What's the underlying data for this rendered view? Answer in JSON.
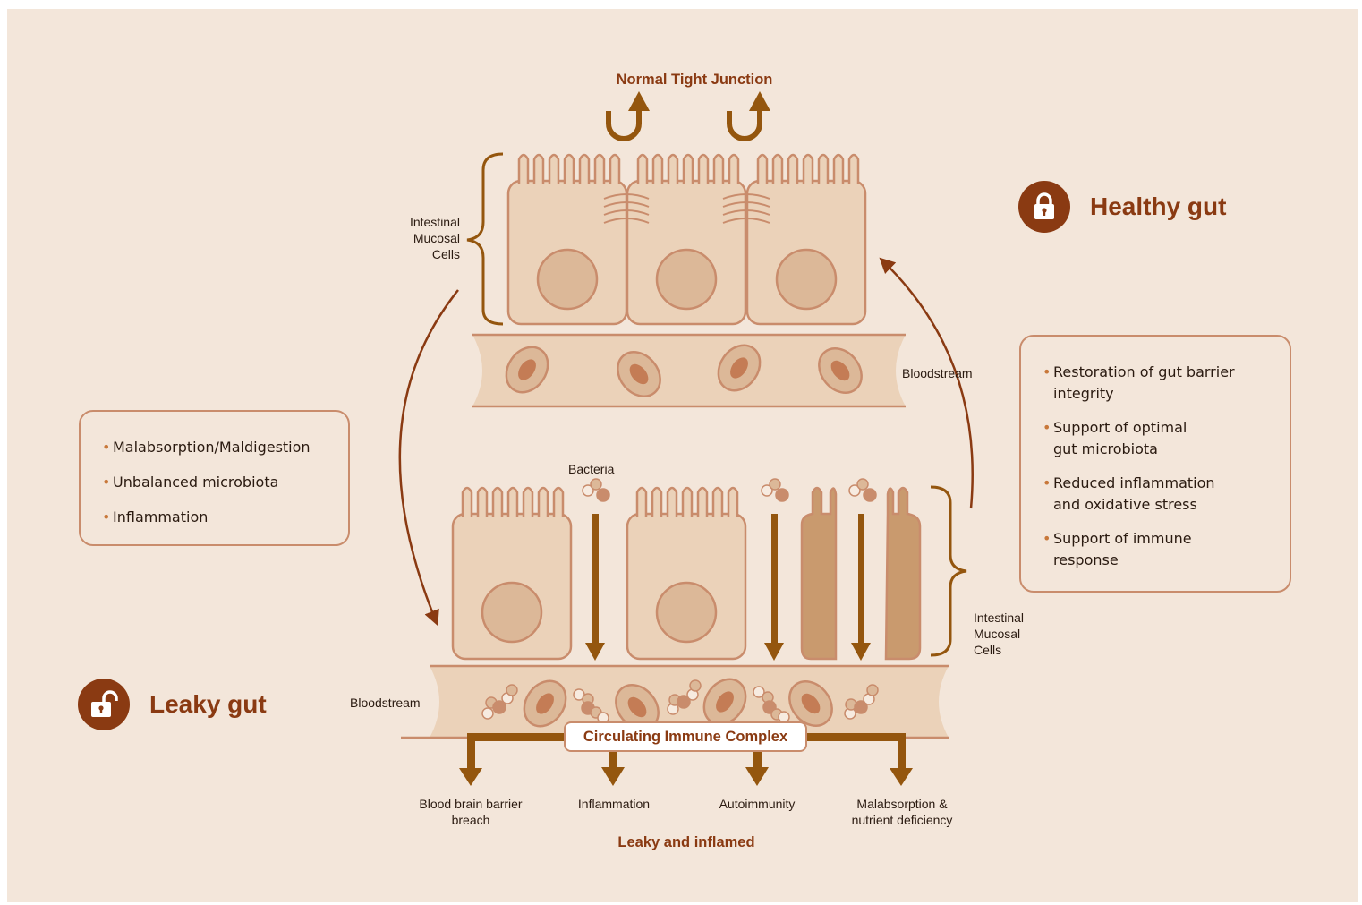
{
  "title_top": "Normal Tight Junction",
  "title_bottom": "Leaky and inflamed",
  "healthy": {
    "label": "Healthy gut",
    "icon": "padlock-closed-icon"
  },
  "leaky": {
    "label": "Leaky gut",
    "icon": "padlock-open-icon"
  },
  "labels": {
    "mucosal_top": "Intestinal Mucosal Cells",
    "mucosal_bottom": "Intestinal Mucosal Cells",
    "bloodstream_top": "Bloodstream",
    "bloodstream_bottom": "Bloodstream",
    "bacteria": "Bacteria",
    "immune_complex": "Circulating Immune Complex"
  },
  "outcomes": [
    {
      "label": "Blood brain barrier breach"
    },
    {
      "label": "Inflammation"
    },
    {
      "label": "Autoimmunity"
    },
    {
      "label": "Malabsorption & nutrient deficiency"
    }
  ],
  "causes": [
    "Malabsorption/Maldigestion",
    "Unbalanced microbiota",
    "Inflammation"
  ],
  "benefits": [
    "Restoration of gut barrier integrity",
    "Support of optimal gut microbiota",
    "Reduced inflammation and oxidative stress",
    "Support of immune response"
  ],
  "colors": {
    "background": "#f3e6da",
    "cell_fill": "#ebd2b9",
    "cell_stroke": "#c98c6c",
    "accent_brown": "#8a3a12",
    "arrow_brown": "#94560e",
    "damaged_cell": "#c99a6e"
  }
}
